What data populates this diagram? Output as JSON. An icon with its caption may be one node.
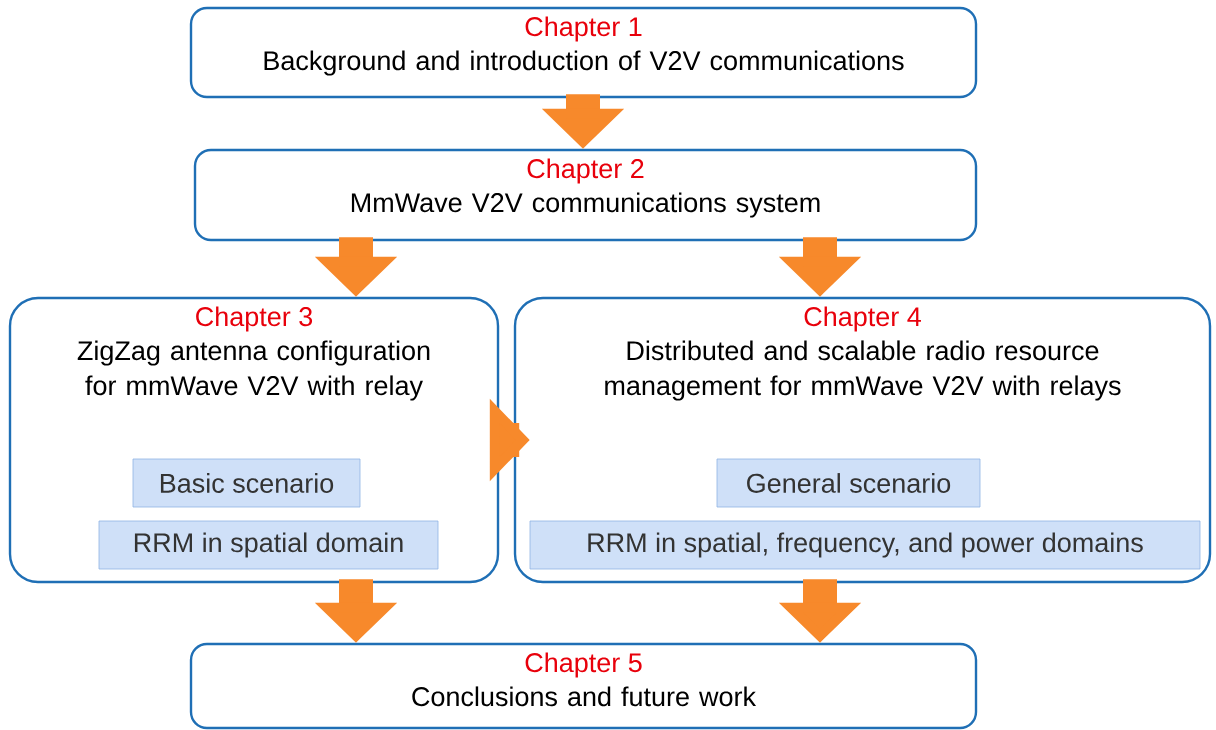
{
  "diagram": {
    "nodes": [
      {
        "text": [
          "Chapter 1",
          "Background and introduction of V2V communications"
        ]
      },
      {
        "text": [
          "Chapter 2",
          "MmWave V2V communications system"
        ]
      },
      {
        "text": [
          "Chapter 3",
          "ZigZag antenna configuration for mmWave V2V with relay"
        ]
      },
      {
        "text": [
          "Basic scenario"
        ],
        "in": 2
      },
      {
        "text": [
          "RRM in spatial domain"
        ],
        "in": 2
      },
      {
        "text": [
          "Chapter 4",
          "Distributed and scalable radio resource management for mmWave V2V with relays"
        ]
      },
      {
        "text": [
          "General scenario"
        ],
        "in": 5
      },
      {
        "text": [
          "RRM in spatial, frequency, and power domains"
        ],
        "in": 5
      },
      {
        "text": [
          "Chapter 5",
          "Conclusions and future work"
        ]
      }
    ],
    "edges": [
      {
        "from": 0,
        "to": 1,
        "arrow": "to"
      },
      {
        "from": 1,
        "to": 2,
        "arrow": "to"
      },
      {
        "from": 1,
        "to": 5,
        "arrow": "to"
      },
      {
        "from": 2,
        "to": 5,
        "arrow": "to"
      },
      {
        "from": 2,
        "to": 8,
        "arrow": "to"
      },
      {
        "from": 5,
        "to": 8,
        "arrow": "to"
      }
    ]
  }
}
